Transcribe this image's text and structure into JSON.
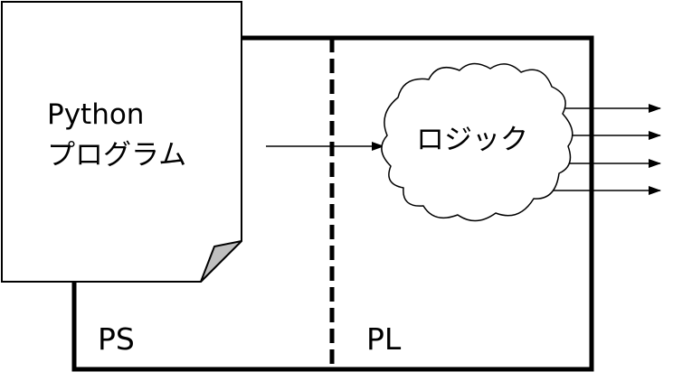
{
  "document": {
    "line1": "Python",
    "line2": "プログラム"
  },
  "regions": {
    "ps_label": "PS",
    "pl_label": "PL"
  },
  "logic": {
    "label": "ロジック"
  },
  "colors": {
    "stroke": "#000000",
    "background": "#ffffff",
    "page_fold": "#bfbfbf"
  }
}
